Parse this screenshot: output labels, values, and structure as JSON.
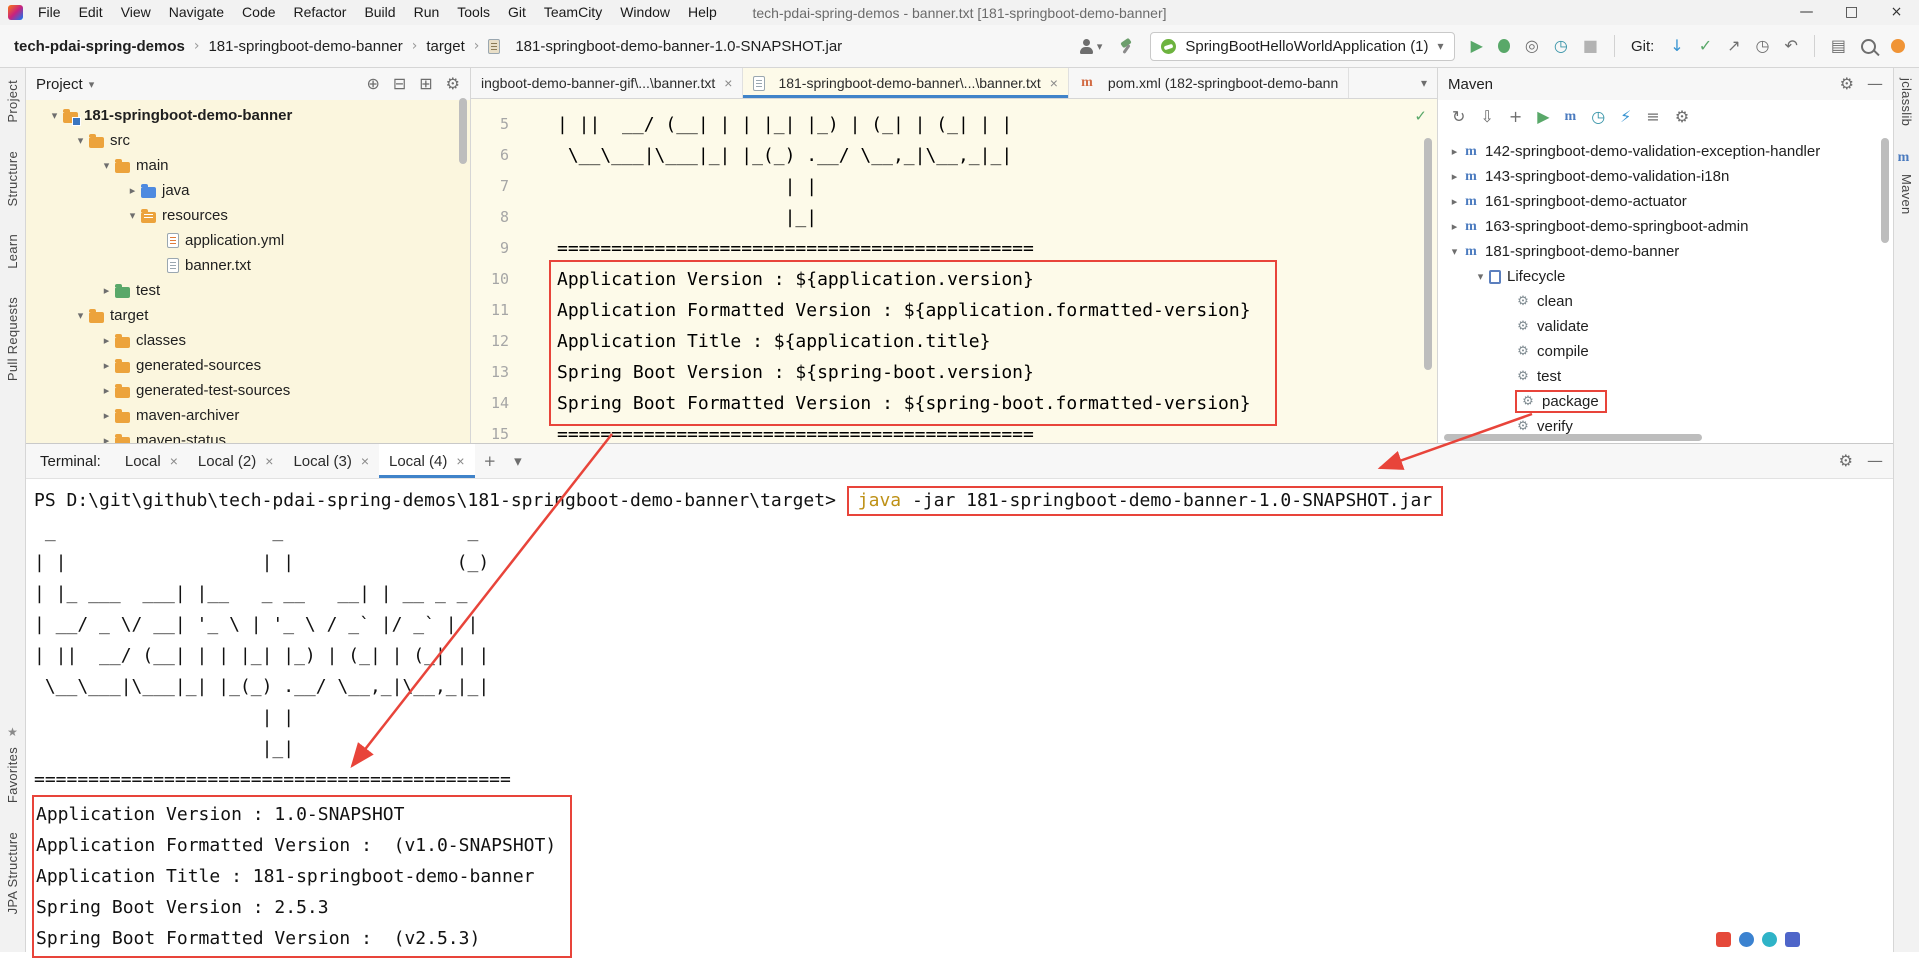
{
  "titlebar": {
    "menu_items": [
      "File",
      "Edit",
      "View",
      "Navigate",
      "Code",
      "Refactor",
      "Build",
      "Run",
      "Tools",
      "Git",
      "TeamCity",
      "Window",
      "Help"
    ],
    "window_title": "tech-pdai-spring-demos - banner.txt [181-springboot-demo-banner]"
  },
  "toolbar": {
    "breadcrumbs": [
      "tech-pdai-spring-demos",
      "181-springboot-demo-banner",
      "target",
      "181-springboot-demo-banner-1.0-SNAPSHOT.jar"
    ],
    "run_config": "SpringBootHelloWorldApplication (1)",
    "git_label": "Git:",
    "run_icons": [
      "play",
      "debug",
      "coverage",
      "profiler",
      "stop"
    ],
    "git_icons": [
      "update",
      "commit",
      "push",
      "history",
      "rollback"
    ],
    "far_icons": [
      "layers",
      "search",
      "update-badge"
    ]
  },
  "left_stripe": {
    "top": [
      "Project",
      "Structure",
      "Learn",
      "Pull Requests"
    ],
    "bottom": [
      "Favorites",
      "JPA Structure"
    ]
  },
  "right_stripe": {
    "top": [
      "jclasslib",
      "Maven"
    ]
  },
  "project_panel": {
    "title": "Project",
    "header_icons": [
      "locate",
      "collapse-all",
      "expand-all",
      "gear"
    ],
    "tree": [
      {
        "depth": 0,
        "chevron": "v",
        "icon": "module",
        "label": "181-springboot-demo-banner",
        "bold": true
      },
      {
        "depth": 1,
        "chevron": "v",
        "icon": "folder",
        "label": "src"
      },
      {
        "depth": 2,
        "chevron": "v",
        "icon": "folder",
        "label": "main"
      },
      {
        "depth": 3,
        "chevron": ">",
        "icon": "folder-java",
        "label": "java"
      },
      {
        "depth": 3,
        "chevron": "v",
        "icon": "folder-res",
        "label": "resources"
      },
      {
        "depth": 4,
        "chevron": "",
        "icon": "yml",
        "label": "application.yml"
      },
      {
        "depth": 4,
        "chevron": "",
        "icon": "txt",
        "label": "banner.txt"
      },
      {
        "depth": 2,
        "chevron": ">",
        "icon": "folder-test",
        "label": "test"
      },
      {
        "depth": 1,
        "chevron": "v",
        "icon": "folder-x",
        "label": "target"
      },
      {
        "depth": 2,
        "chevron": ">",
        "icon": "folder",
        "label": "classes"
      },
      {
        "depth": 2,
        "chevron": ">",
        "icon": "folder",
        "label": "generated-sources"
      },
      {
        "depth": 2,
        "chevron": ">",
        "icon": "folder",
        "label": "generated-test-sources"
      },
      {
        "depth": 2,
        "chevron": ">",
        "icon": "folder",
        "label": "maven-archiver"
      },
      {
        "depth": 2,
        "chevron": ">",
        "icon": "folder",
        "label": "maven-status"
      }
    ]
  },
  "editor": {
    "tabs": [
      {
        "label": "ingboot-demo-banner-gif\\...\\banner.txt",
        "icon": "",
        "active": false,
        "close": true
      },
      {
        "label": "181-springboot-demo-banner\\...\\banner.txt",
        "icon": "txt",
        "active": true,
        "close": true
      },
      {
        "label": "pom.xml (182-springboot-demo-bann",
        "icon": "maven",
        "active": false,
        "close": false
      }
    ],
    "lines": [
      {
        "num": "5",
        "text": "| ||  __/ (__| | | |_| |_) | (_| | (_| | |"
      },
      {
        "num": "6",
        "text": " \\__\\___|\\___|_| |_(_) .__/ \\__,_|\\__,_|_|"
      },
      {
        "num": "7",
        "text": "                     | |"
      },
      {
        "num": "8",
        "text": "                     |_|"
      },
      {
        "num": "9",
        "text": "============================================"
      },
      {
        "num": "10",
        "text": "Application Version : ${application.version}"
      },
      {
        "num": "11",
        "text": "Application Formatted Version : ${application.formatted-version}"
      },
      {
        "num": "12",
        "text": "Application Title : ${application.title}"
      },
      {
        "num": "13",
        "text": "Spring Boot Version : ${spring-boot.version}"
      },
      {
        "num": "14",
        "text": "Spring Boot Formatted Version : ${spring-boot.formatted-version}"
      },
      {
        "num": "15",
        "text": "============================================"
      }
    ]
  },
  "maven_panel": {
    "title": "Maven",
    "header_icons": [
      "gear",
      "minimize"
    ],
    "toolbar_icons": [
      "refresh",
      "download",
      "add",
      "run",
      "m",
      "profiler",
      "lightning",
      "filter",
      "gear"
    ],
    "tree": [
      {
        "depth": 0,
        "chevron": ">",
        "icon": "mavenmod",
        "label": "142-springboot-demo-validation-exception-handler"
      },
      {
        "depth": 0,
        "chevron": ">",
        "icon": "mavenmod",
        "label": "143-springboot-demo-validation-i18n"
      },
      {
        "depth": 0,
        "chevron": ">",
        "icon": "mavenmod",
        "label": "161-springboot-demo-actuator"
      },
      {
        "depth": 0,
        "chevron": ">",
        "icon": "mavenmod",
        "label": "163-springboot-demo-springboot-admin"
      },
      {
        "depth": 0,
        "chevron": "v",
        "icon": "mav enmod",
        "label": "181-springboot-demo-banner"
      },
      {
        "depth": 1,
        "chevron": "v",
        "icon": "lifecycle",
        "label": "Lifecycle"
      },
      {
        "depth": 2,
        "chevron": "",
        "icon": "goal",
        "label": "clean"
      },
      {
        "depth": 2,
        "chevron": "",
        "icon": "goal",
        "label": "validate"
      },
      {
        "depth": 2,
        "chevron": "",
        "icon": "goal",
        "label": "compile"
      },
      {
        "depth": 2,
        "chevron": "",
        "icon": "goal",
        "label": "test"
      },
      {
        "depth": 2,
        "chevron": "",
        "icon": "goal",
        "label": "package",
        "boxed": true
      },
      {
        "depth": 2,
        "chevron": "",
        "icon": "goal",
        "label": "verify"
      }
    ]
  },
  "terminal": {
    "label": "Terminal:",
    "tabs": [
      {
        "label": "Local",
        "active": false
      },
      {
        "label": "Local (2)",
        "active": false
      },
      {
        "label": "Local (3)",
        "active": false
      },
      {
        "label": "Local (4)",
        "active": true
      }
    ],
    "header_icons": [
      "gear",
      "minimize"
    ],
    "prompt": "PS D:\\git\\github\\tech-pdai-spring-demos\\181-springboot-demo-banner\\target>",
    "command_keyword": "java",
    "command_rest": " -jar 181-springboot-demo-banner-1.0-SNAPSHOT.jar",
    "banner_lines": [
      " _                    _                 _",
      "| |                  | |               (_)",
      "| |_ ___  ___| |__   _ __   __| | __ _ _",
      "| __/ _ \\/ __| '_ \\ | '_ \\ / _` |/ _` | |",
      "| ||  __/ (__| | | |_| |_) | (_| | (_| | |",
      " \\__\\___|\\___|_| |_(_) .__/ \\__,_|\\__,_|_|",
      "                     | |",
      "                     |_|"
    ],
    "separator": "============================================",
    "output_lines": [
      "Application Version : 1.0-SNAPSHOT",
      "Application Formatted Version :  (v1.0-SNAPSHOT)",
      "Application Title : 181-springboot-demo-banner",
      "Spring Boot Version : 2.5.3",
      "Spring Boot Formatted Version :  (v2.5.3)"
    ]
  }
}
